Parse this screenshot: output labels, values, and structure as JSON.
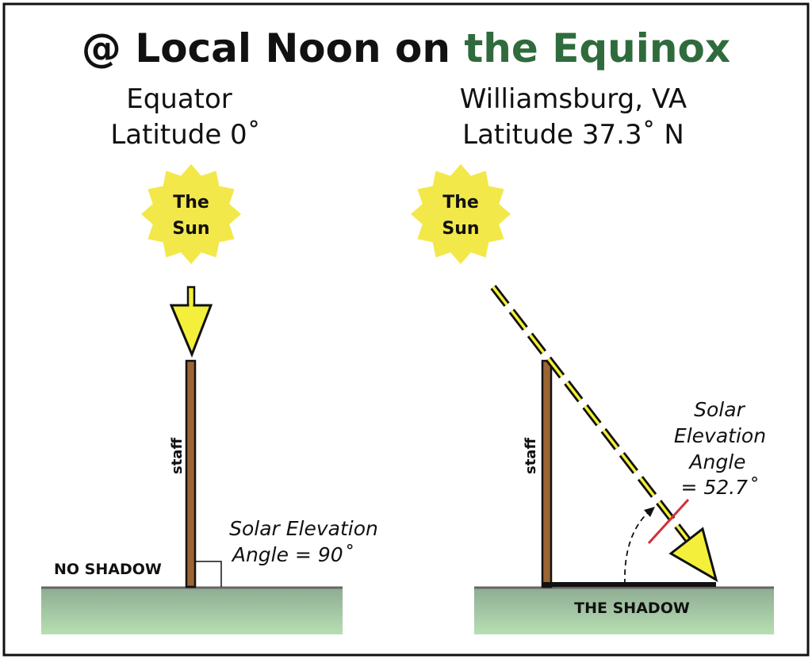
{
  "title": {
    "part1": "@ Local Noon on ",
    "part2": "the Equinox"
  },
  "colors": {
    "accent_green": "#2f6b3c",
    "sun": "#f3e84a",
    "staff": "#9b6534",
    "ray": "#f4ef3a",
    "red_marker": "#d0303a"
  },
  "left": {
    "place": "Equator",
    "latitude": "Latitude 0˚",
    "sun_line1": "The",
    "sun_line2": "Sun",
    "staff_label": "staff",
    "shadow_label": "NO SHADOW",
    "angle_line1": "Solar Elevation",
    "angle_line2": "Angle = 90˚"
  },
  "right": {
    "place": "Williamsburg, VA",
    "latitude": "Latitude 37.3˚ N",
    "sun_line1": "The",
    "sun_line2": "Sun",
    "staff_label": "staff",
    "shadow_label": "THE SHADOW",
    "angle_line1": "Solar",
    "angle_line2": "Elevation",
    "angle_line3": "Angle",
    "angle_line4": "= 52.7˚"
  }
}
